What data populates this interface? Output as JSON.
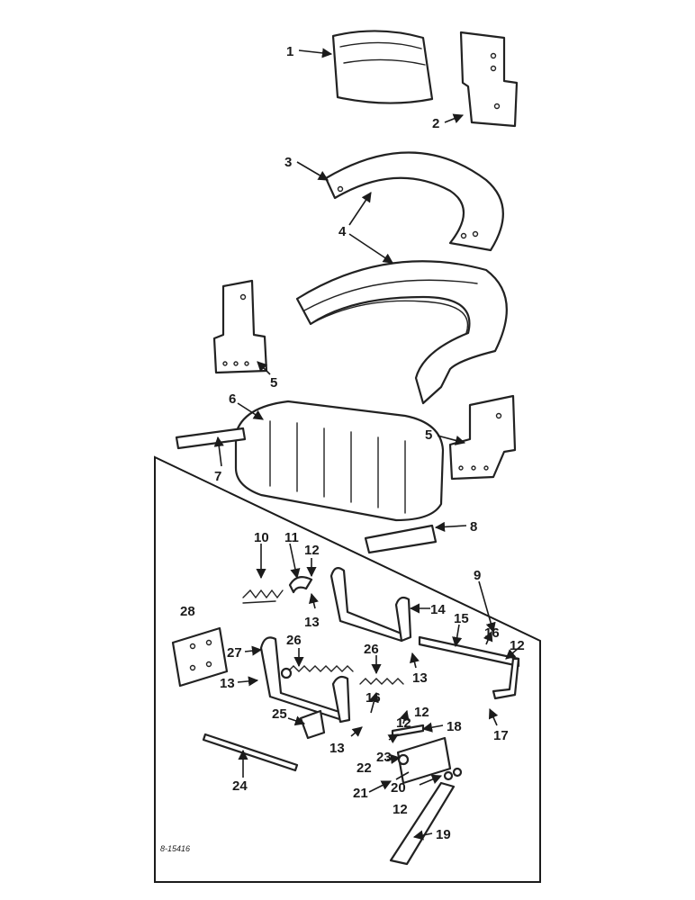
{
  "diagram": {
    "reference_code": "8-15416",
    "callouts": [
      {
        "id": "c1",
        "label": "1"
      },
      {
        "id": "c2",
        "label": "2"
      },
      {
        "id": "c3",
        "label": "3"
      },
      {
        "id": "c4",
        "label": "4"
      },
      {
        "id": "c5a",
        "label": "5"
      },
      {
        "id": "c5b",
        "label": "5"
      },
      {
        "id": "c6",
        "label": "6"
      },
      {
        "id": "c7",
        "label": "7"
      },
      {
        "id": "c8",
        "label": "8"
      },
      {
        "id": "c9",
        "label": "9"
      },
      {
        "id": "c10",
        "label": "10"
      },
      {
        "id": "c11",
        "label": "11"
      },
      {
        "id": "c12a",
        "label": "12"
      },
      {
        "id": "c12b",
        "label": "12"
      },
      {
        "id": "c12c",
        "label": "12"
      },
      {
        "id": "c12d",
        "label": "12"
      },
      {
        "id": "c12e",
        "label": "12"
      },
      {
        "id": "c13a",
        "label": "13"
      },
      {
        "id": "c13b",
        "label": "13"
      },
      {
        "id": "c13c",
        "label": "13"
      },
      {
        "id": "c13d",
        "label": "13"
      },
      {
        "id": "c14",
        "label": "14"
      },
      {
        "id": "c15",
        "label": "15"
      },
      {
        "id": "c16a",
        "label": "16"
      },
      {
        "id": "c16b",
        "label": "16"
      },
      {
        "id": "c17",
        "label": "17"
      },
      {
        "id": "c18",
        "label": "18"
      },
      {
        "id": "c19",
        "label": "19"
      },
      {
        "id": "c20",
        "label": "20"
      },
      {
        "id": "c21",
        "label": "21"
      },
      {
        "id": "c22",
        "label": "22"
      },
      {
        "id": "c23",
        "label": "23"
      },
      {
        "id": "c24",
        "label": "24"
      },
      {
        "id": "c25",
        "label": "25"
      },
      {
        "id": "c26a",
        "label": "26"
      },
      {
        "id": "c26b",
        "label": "26"
      },
      {
        "id": "c27",
        "label": "27"
      },
      {
        "id": "c28",
        "label": "28"
      }
    ]
  }
}
